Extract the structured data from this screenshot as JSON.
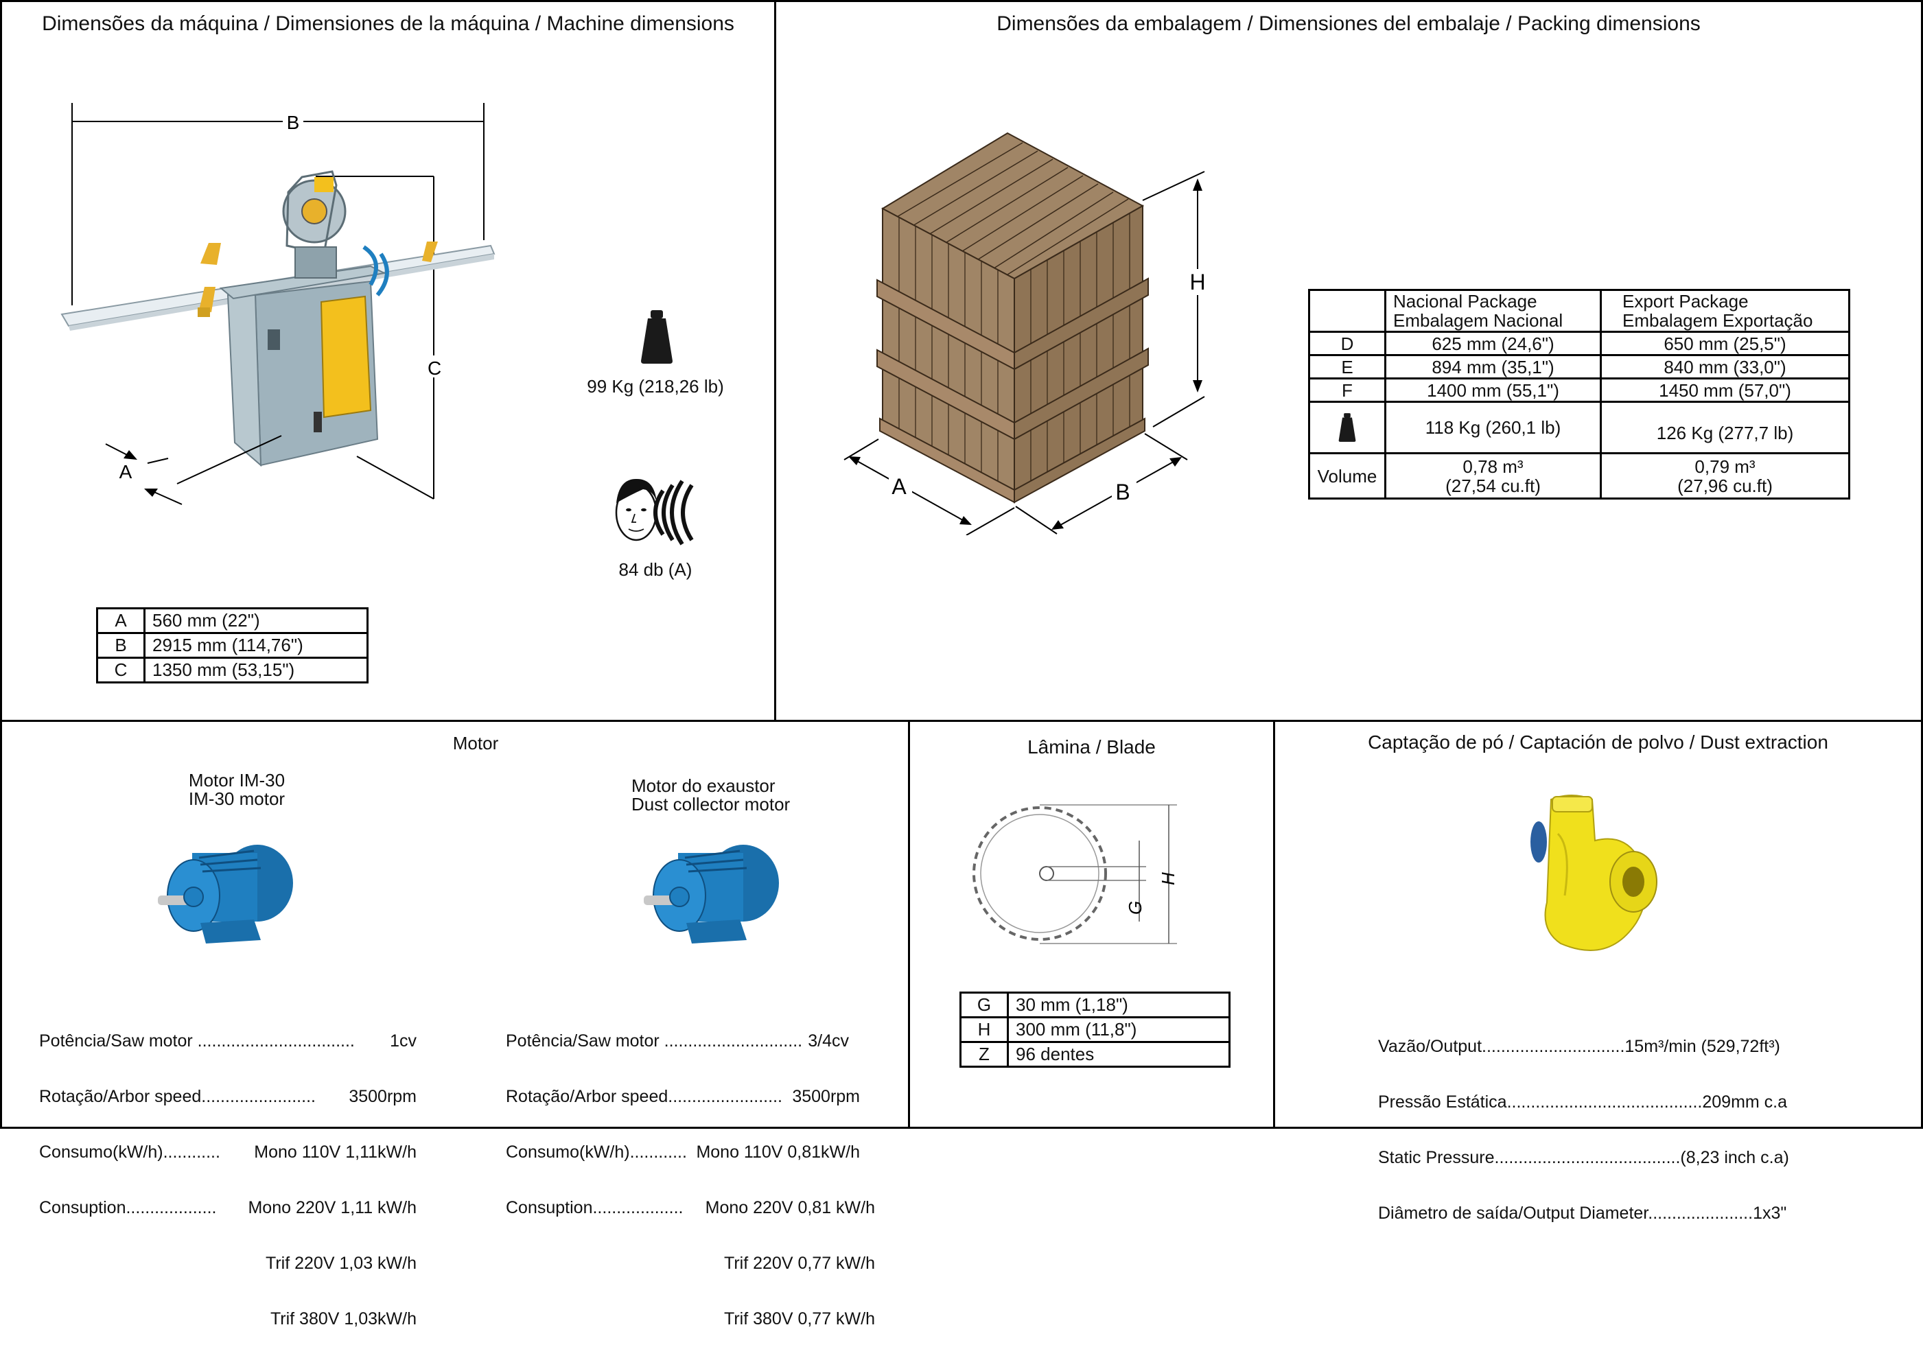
{
  "machine": {
    "title": "Dimensões da máquina / Dimensiones de la máquina / Machine dimensions",
    "dim_labels": {
      "a": "A",
      "b": "B",
      "c": "C"
    },
    "weight": "99 Kg (218,26 lb)",
    "noise": "84 db (A)",
    "table": [
      {
        "key": "A",
        "value": "560 mm (22\")"
      },
      {
        "key": "B",
        "value": "2915 mm (114,76\")"
      },
      {
        "key": "C",
        "value": "1350 mm (53,15\")"
      }
    ]
  },
  "packing": {
    "title": "Dimensões da embalagem / Dimensiones del embalaje / Packing dimensions",
    "dim_labels": {
      "h": "H",
      "a": "A",
      "b": "B"
    },
    "col1": [
      "Nacional Package",
      "Embalagem Nacional"
    ],
    "col2": [
      "Export Package",
      "Embalagem Exportação"
    ],
    "rows": [
      {
        "key": "D",
        "nac": "625 mm (24,6\")",
        "exp": "650 mm (25,5\")"
      },
      {
        "key": "E",
        "nac": "894 mm (35,1\")",
        "exp": "840 mm (33,0\")"
      },
      {
        "key": "F",
        "nac": "1400 mm (55,1\")",
        "exp": "1450 mm (57,0\")"
      }
    ],
    "weight_nac": "118 Kg (260,1 lb)",
    "weight_exp": "126 Kg (277,7 lb)",
    "volume_label": "Volume",
    "volume_nac": [
      "0,78 m³",
      "(27,54 cu.ft)"
    ],
    "volume_exp": [
      "0,79 m³",
      "(27,96 cu.ft)"
    ]
  },
  "motor": {
    "title": "Motor",
    "m1": {
      "name": [
        "Motor IM-30",
        "IM-30 motor"
      ],
      "specs": [
        {
          "l": "Potência/Saw motor",
          "dots": " .................................",
          "v": "1cv"
        },
        {
          "l": "Rotação/Arbor speed",
          "dots": "........................",
          "v": "3500rpm"
        },
        {
          "l": "Consumo(kW/h)",
          "dots": "............",
          "v": "Mono 110V 1,11kW/h"
        },
        {
          "l": "Consuption",
          "dots": "...................",
          "v": "Mono 220V 1,11 kW/h"
        }
      ],
      "extra": [
        "Trif 220V 1,03 kW/h",
        "Trif 380V 1,03kW/h"
      ]
    },
    "m2": {
      "name": [
        "Motor do exaustor",
        "Dust collector motor"
      ],
      "specs": [
        {
          "l": "Potência/Saw motor",
          "dots": " .............................",
          "v": "3/4cv"
        },
        {
          "l": "Rotação/Arbor speed",
          "dots": "........................",
          "v": "3500rpm"
        },
        {
          "l": "Consumo(kW/h)",
          "dots": "............",
          "v": "Mono 110V 0,81kW/h"
        },
        {
          "l": "Consuption",
          "dots": "...................",
          "v": "Mono 220V 0,81 kW/h"
        }
      ],
      "extra": [
        "Trif 220V 0,77 kW/h",
        "Trif 380V 0,77 kW/h"
      ]
    }
  },
  "blade": {
    "title": "Lâmina / Blade",
    "dim_labels": {
      "g": "G",
      "h": "H"
    },
    "table": [
      {
        "key": "G",
        "value": "30 mm (1,18\")"
      },
      {
        "key": "H",
        "value": "300 mm (11,8\")"
      },
      {
        "key": "Z",
        "value": "96 dentes"
      }
    ]
  },
  "dust": {
    "title": "Captação de pó / Captación de polvo / Dust extraction",
    "specs": [
      {
        "l": "Vazão/Output",
        "dots": "..............................",
        "v": "15m³/min (529,72ft³)"
      },
      {
        "l": "Pressão Estática",
        "dots": ".........................................",
        "v": "209mm c.a"
      },
      {
        "l": "Static Pressure",
        "dots": ".......................................",
        "v": "(8,23 inch c.a)"
      },
      {
        "l": "Diâmetro de saída/Output Diameter",
        "dots": "......................",
        "v": "1x3\""
      }
    ]
  },
  "colors": {
    "wood": "#a08566",
    "motor_blue": "#1f7fc0",
    "machine_gray": "#9fb3bd",
    "door_yellow": "#f3c01d",
    "pump_yellow": "#f0e01c"
  }
}
